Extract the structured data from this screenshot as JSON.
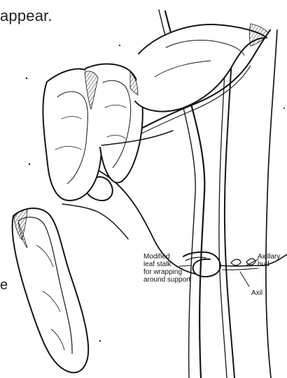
{
  "header": {
    "text_fragment": "appear."
  },
  "left_margin": {
    "text_fragment": "e"
  },
  "diagram": {
    "labels": {
      "modified_leaf_stalk": [
        "Modified",
        "leaf stalk",
        "for wrapping",
        "around support"
      ],
      "axillary_bud": [
        "Axillary",
        "bud"
      ],
      "axil": "Axil"
    }
  }
}
